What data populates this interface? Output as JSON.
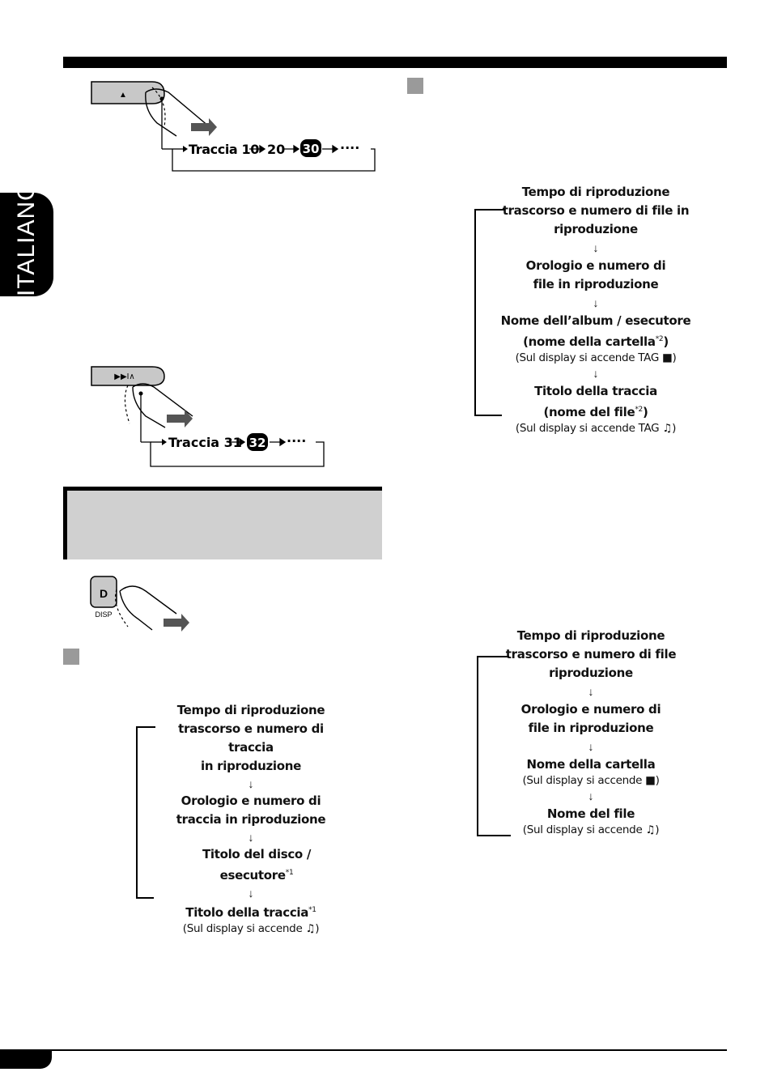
{
  "side_tab": {
    "language": "ITALIANO"
  },
  "skip_back": {
    "button_symbol": "▲",
    "sequence": {
      "label": "Traccia 10",
      "item2": "20",
      "item3": "30",
      "more": "····"
    }
  },
  "skip_fwd": {
    "button_symbol": "▶▶I∧",
    "sequence": {
      "label": "Traccia 31",
      "item2": "32",
      "more": "····"
    }
  },
  "disp_button": {
    "letter": "D",
    "label": "DISP"
  },
  "flow_cd": {
    "step1": [
      "Tempo di riproduzione",
      "trascorso e numero di traccia",
      "in riproduzione"
    ],
    "step2": [
      "Orologio e numero di",
      "traccia in riproduzione"
    ],
    "step3": {
      "text": "Titolo del disco / esecutore",
      "note": "*1"
    },
    "step4": {
      "text": "Titolo della traccia",
      "note": "*1",
      "sub": "(Sul display si accende ♫)"
    }
  },
  "flow_mp3": {
    "step1": [
      "Tempo di riproduzione",
      "trascorso e numero di file in",
      "riproduzione"
    ],
    "step2": [
      "Orologio e numero di",
      "file in riproduzione"
    ],
    "step3": {
      "line1": "Nome dell’album / esecutore",
      "line2": "(nome della cartella",
      "note": "*2",
      "close": ")",
      "sub": "(Sul display si accende TAG ■)"
    },
    "step4": {
      "line1": "Titolo della traccia",
      "line2": "(nome del file",
      "note": "*2",
      "close": ")",
      "sub": "(Sul display si accende TAG ♫)"
    }
  },
  "flow_wma": {
    "step1": [
      "Tempo di riproduzione",
      "trascorso e numero di file",
      "riproduzione"
    ],
    "step2": [
      "Orologio e numero di",
      "file in riproduzione"
    ],
    "step3": {
      "text": "Nome della cartella",
      "sub": "(Sul display si accende ■)"
    },
    "step4": {
      "text": "Nome del file",
      "sub": "(Sul display si accende ♫)"
    }
  }
}
